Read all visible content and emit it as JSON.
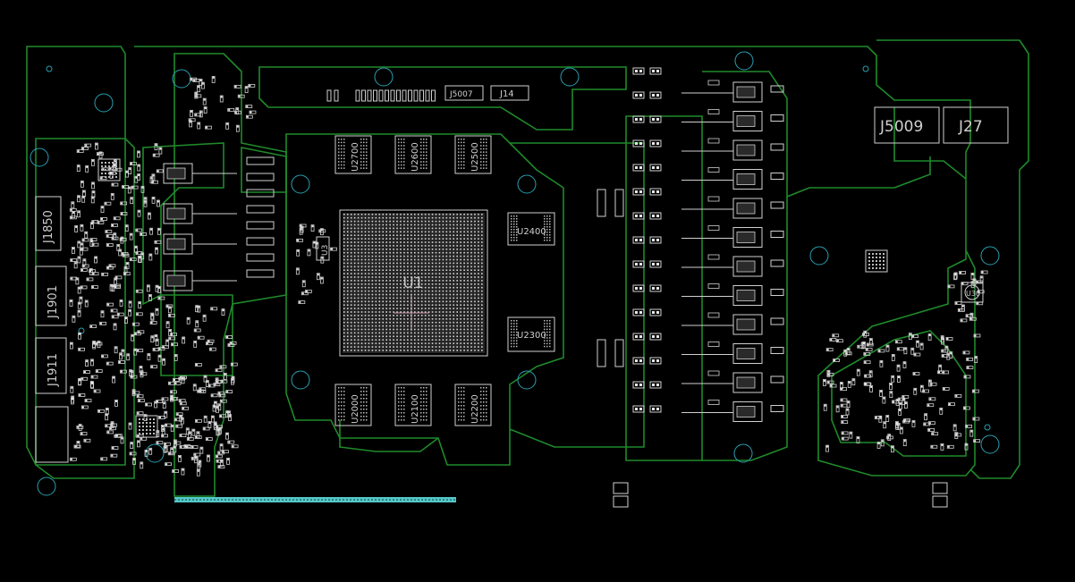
{
  "colors": {
    "background": "#000000",
    "outline": "#1f8a2a",
    "silkscreen": "#cfcfcf",
    "hole": "#2a9fb0",
    "pad": "#e8e8e8",
    "connector": "#55c8c8",
    "center_mark": "#c890a0"
  },
  "labels": {
    "u1": "U1",
    "u2700": "U2700",
    "u2600": "U2600",
    "u2500": "U2500",
    "u2000": "U2000",
    "u2100": "U2100",
    "u2200": "U2200",
    "u2400": "U2400",
    "u2300": "U2300",
    "u3": "U3",
    "u30": "U30",
    "j1850": "J1850",
    "j1901": "J1901",
    "j1911": "J1911",
    "j5007": "J5007",
    "j14": "J14",
    "j5009": "J5009",
    "j27": "J27"
  }
}
